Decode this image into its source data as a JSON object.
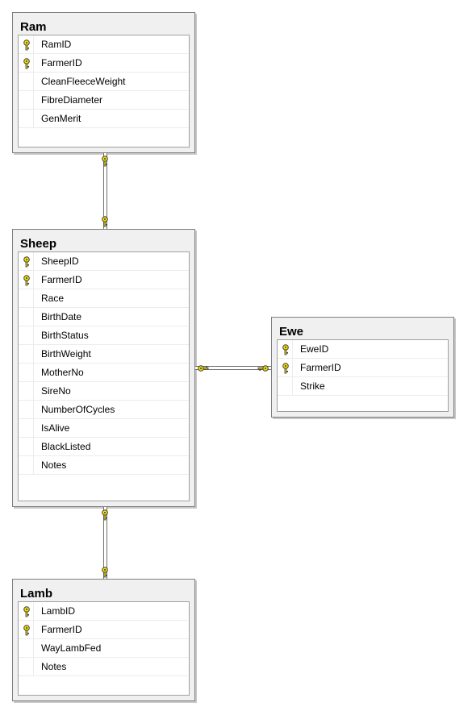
{
  "tables": [
    {
      "id": "ram",
      "title": "Ram",
      "columns": [
        {
          "name": "RamID",
          "key": true
        },
        {
          "name": "FarmerID",
          "key": true
        },
        {
          "name": "CleanFleeceWeight",
          "key": false
        },
        {
          "name": "FibreDiameter",
          "key": false
        },
        {
          "name": "GenMerit",
          "key": false
        }
      ]
    },
    {
      "id": "sheep",
      "title": "Sheep",
      "columns": [
        {
          "name": "SheepID",
          "key": true
        },
        {
          "name": "FarmerID",
          "key": true
        },
        {
          "name": "Race",
          "key": false
        },
        {
          "name": "BirthDate",
          "key": false
        },
        {
          "name": "BirthStatus",
          "key": false
        },
        {
          "name": "BirthWeight",
          "key": false
        },
        {
          "name": "MotherNo",
          "key": false
        },
        {
          "name": "SireNo",
          "key": false
        },
        {
          "name": "NumberOfCycles",
          "key": false
        },
        {
          "name": "IsAlive",
          "key": false
        },
        {
          "name": "BlackListed",
          "key": false
        },
        {
          "name": "Notes",
          "key": false
        }
      ]
    },
    {
      "id": "ewe",
      "title": "Ewe",
      "columns": [
        {
          "name": "EweID",
          "key": true
        },
        {
          "name": "FarmerID",
          "key": true
        },
        {
          "name": "Strike",
          "key": false
        }
      ]
    },
    {
      "id": "lamb",
      "title": "Lamb",
      "columns": [
        {
          "name": "LambID",
          "key": true
        },
        {
          "name": "FarmerID",
          "key": true
        },
        {
          "name": "WayLambFed",
          "key": false
        },
        {
          "name": "Notes",
          "key": false
        }
      ]
    }
  ],
  "relationships": [
    {
      "from": "ram",
      "to": "sheep",
      "type": "one-to-one"
    },
    {
      "from": "sheep",
      "to": "ewe",
      "type": "one-to-one"
    },
    {
      "from": "sheep",
      "to": "lamb",
      "type": "one-to-one"
    }
  ],
  "colors": {
    "key": "#f2e000",
    "key_outline": "#3c3c3c"
  }
}
